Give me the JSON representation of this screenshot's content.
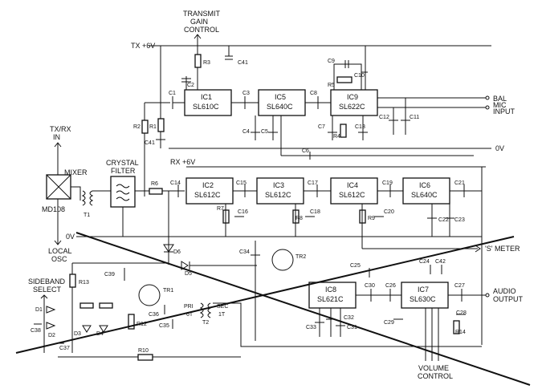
{
  "rails": {
    "tx": "TX +6V",
    "rx": "RX +6V",
    "zero_top": "0V",
    "zero_bottom": "0V"
  },
  "controls": {
    "transmit_gain": [
      "TRANSMIT",
      "GAIN",
      "CONTROL"
    ],
    "volume": [
      "VOLUME",
      "CONTROL"
    ],
    "sideband": [
      "SIDEBAND",
      "SELECT"
    ],
    "txrx_in": [
      "TX/RX",
      "IN"
    ],
    "local_osc": [
      "LOCAL",
      "OSC"
    ],
    "bal_mic": [
      "BAL",
      "MIC",
      "INPUT"
    ],
    "audio_out": [
      "AUDIO",
      "OUTPUT"
    ],
    "s_meter": "'S' METER"
  },
  "blocks": {
    "mixer": {
      "title": "MIXER",
      "part": "MD108"
    },
    "crystal_filter": [
      "CRYSTAL",
      "FILTER"
    ],
    "ic1": {
      "name": "IC1",
      "part": "SL610C"
    },
    "ic5": {
      "name": "IC5",
      "part": "SL640C"
    },
    "ic9": {
      "name": "IC9",
      "part": "SL622C"
    },
    "ic2": {
      "name": "IC2",
      "part": "SL612C"
    },
    "ic3": {
      "name": "IC3",
      "part": "SL612C"
    },
    "ic4": {
      "name": "IC4",
      "part": "SL612C"
    },
    "ic6": {
      "name": "IC6",
      "part": "SL640C"
    },
    "ic8": {
      "name": "IC8",
      "part": "SL621C"
    },
    "ic7": {
      "name": "IC7",
      "part": "SL630C"
    }
  },
  "transistors": {
    "tr1": "TR1",
    "tr2": "TR2"
  },
  "transformers": {
    "t1": "T1",
    "t2": "T2",
    "pri": "PRI",
    "pri_ratio": "6T",
    "sec": "SEC",
    "sec_ratio": "1T"
  },
  "resistors": [
    "R1",
    "R2",
    "R3",
    "R4",
    "R5",
    "R6",
    "R7",
    "R8",
    "R9",
    "R10",
    "R12",
    "R13",
    "R14"
  ],
  "capacitors": [
    "C1",
    "C2",
    "C3",
    "C4",
    "C5",
    "C6",
    "C7",
    "C8",
    "C9",
    "C10",
    "C11",
    "C12",
    "C13",
    "C14",
    "C15",
    "C16",
    "C17",
    "C18",
    "C19",
    "C20",
    "C21",
    "C22",
    "C23",
    "C24",
    "C25",
    "C26",
    "C27",
    "C28",
    "C29",
    "C30",
    "C31",
    "C32",
    "C33",
    "C34",
    "C35",
    "C36",
    "C37",
    "C38",
    "C39",
    "C41",
    "C41",
    "C42"
  ],
  "diodes": [
    "D1",
    "D2",
    "D3",
    "D4",
    "D5",
    "D6"
  ]
}
